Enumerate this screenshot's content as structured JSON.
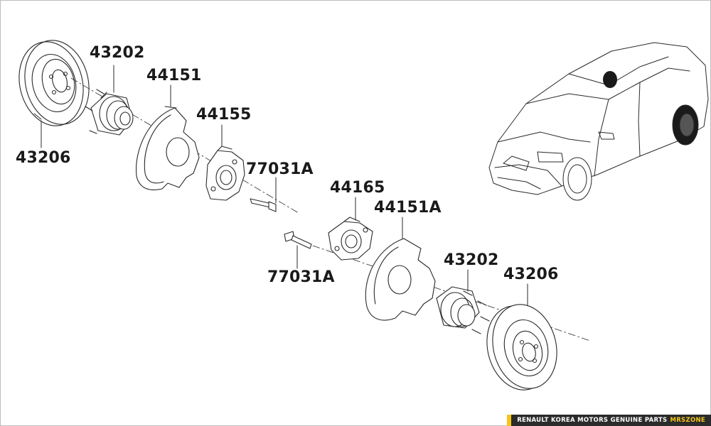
{
  "diagram": {
    "labels": {
      "l1": "43202",
      "l2": "44151",
      "l3": "44155",
      "l4": "77031A",
      "l5": "43206",
      "l6": "44165",
      "l7": "44151A",
      "l8": "77031A",
      "l9": "43202",
      "l10": "43206"
    }
  },
  "footer": {
    "text": "RENAULT KOREA MOTORS GENUINE PARTS",
    "brand": "MRSZONE",
    "accent_color": "#f5c518",
    "bar_color": "#2b2b2b"
  }
}
